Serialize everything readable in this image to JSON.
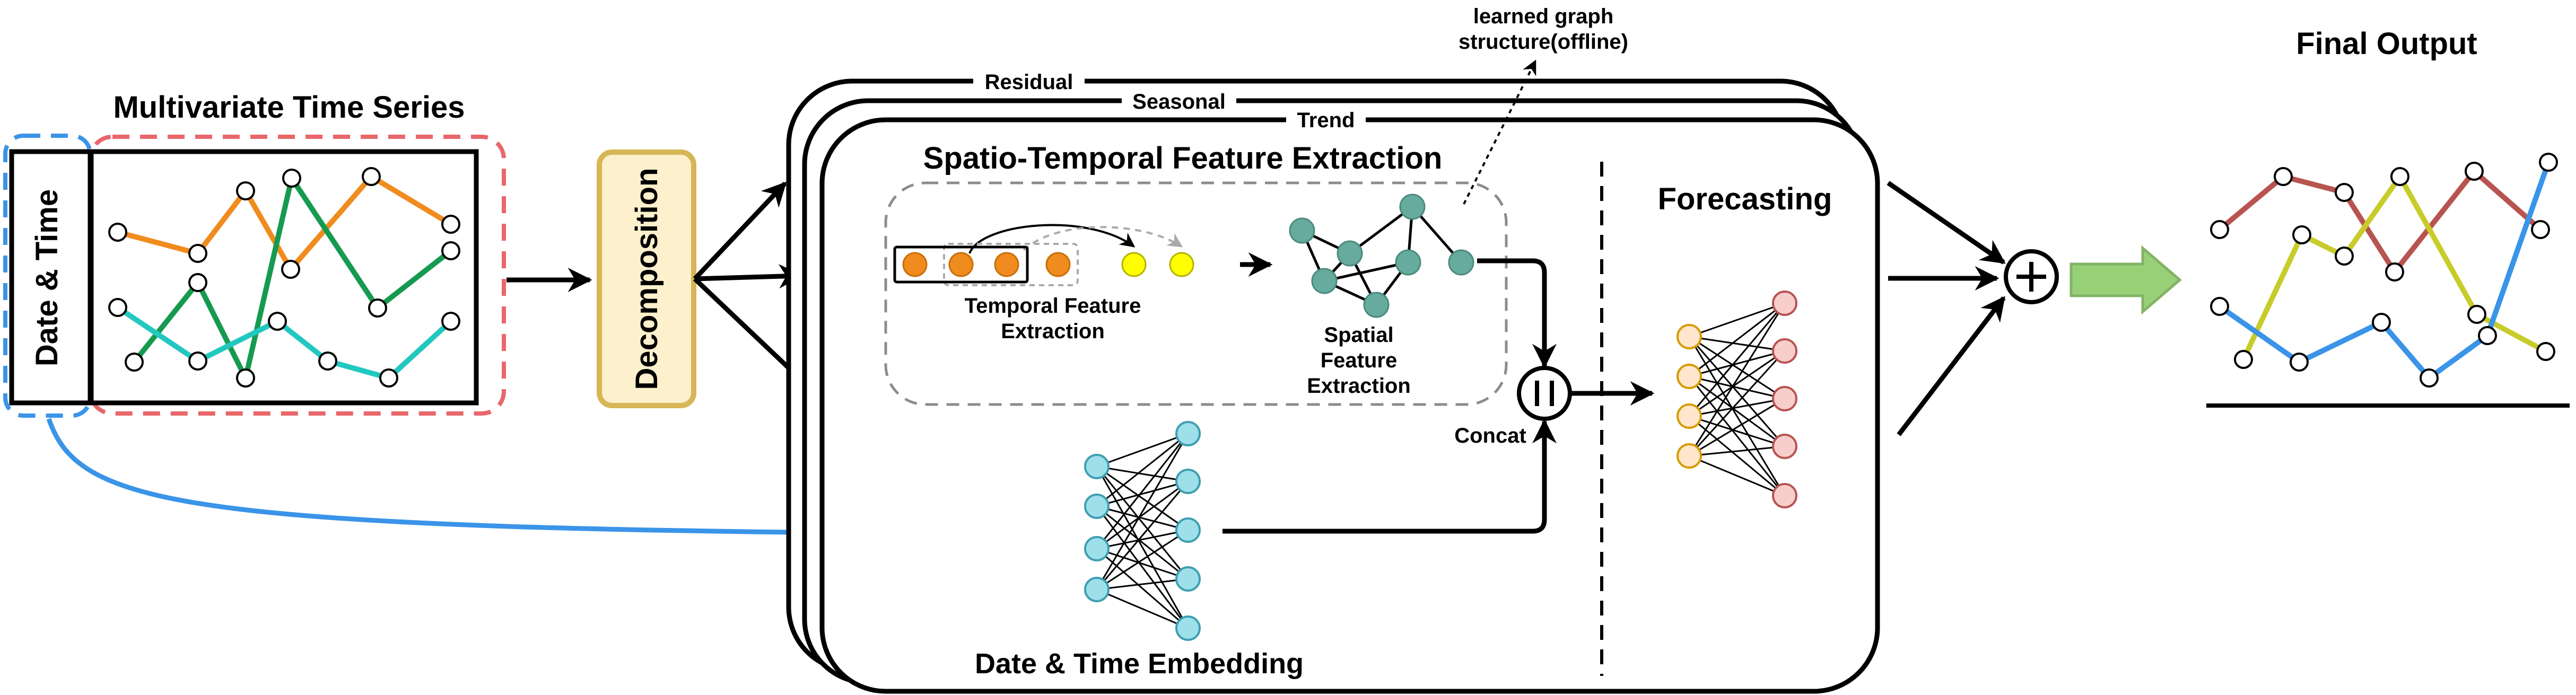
{
  "labels": {
    "multivariate_time_series": "Multivariate Time Series",
    "date_time_vertical": "Date & Time",
    "decomposition": "Decomposition",
    "residual": "Residual",
    "seasonal": "Seasonal",
    "trend": "Trend",
    "spatio_temporal": "Spatio-Temporal Feature Extraction",
    "learned_graph_line1": "learned graph",
    "learned_graph_line2": "structure(offline)",
    "temporal_line1": "Temporal Feature",
    "temporal_line2": "Extraction",
    "spatial_line1": "Spatial",
    "spatial_line2": "Feature",
    "spatial_line3": "Extraction",
    "concat": "Concat",
    "forecasting": "Forecasting",
    "date_time_embedding": "Date & Time Embedding",
    "final_output": "Final Output"
  },
  "colors": {
    "orange": "#f08c1e",
    "green": "#169a50",
    "cyan": "#22c8c0",
    "red_dash": "#e8676b",
    "blue": "#3a94e8",
    "decomp_fill": "#fdf0cc",
    "decomp_stroke": "#d6b656",
    "yellow": "#ffff00",
    "teal_node": "#67ab9f",
    "emb_node": "#9ee0ea",
    "fc_in_node": "#ffe6cc",
    "fc_out_node": "#f8cecc",
    "out_red": "#b85450",
    "out_yellow": "#c8cc2a",
    "out_blue": "#3a94e8",
    "big_arrow": "#97d077"
  }
}
